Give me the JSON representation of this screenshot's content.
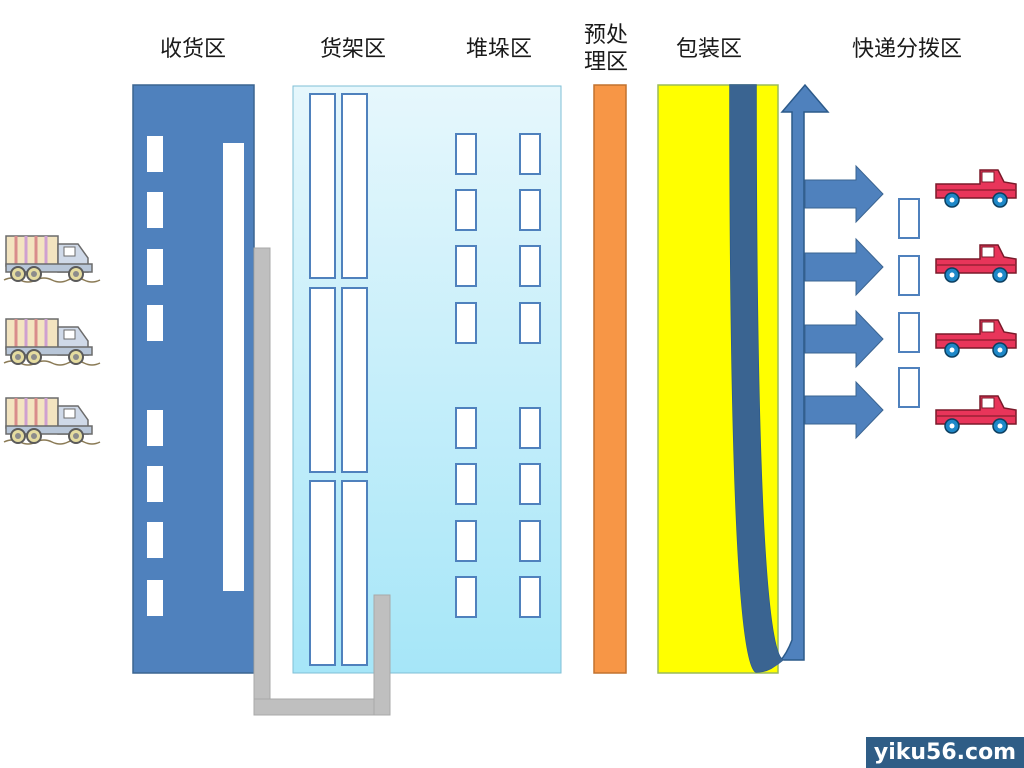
{
  "zones": {
    "receiving": "收货区",
    "shelving": "货架区",
    "stacking": "堆垛区",
    "preprocess_line1": "预处",
    "preprocess_line2": "理区",
    "packing": "包装区",
    "express_sorting": "快递分拨区"
  },
  "colors": {
    "receiving_block": "#4f81bd",
    "shelf_gradient_top": "#e6f7fc",
    "shelf_gradient_bottom": "#a6e6f8",
    "preprocess": "#f79646",
    "packing": "#ffff00",
    "packing_border": "#9bbb59",
    "arrow": "#4f81bd",
    "arrow_dark": "#3a6491",
    "conveyor": "#bfbfbf",
    "pickup_truck": "#e8355a",
    "watermark_bg": "#2f5d86"
  },
  "watermark": "yiku56.com"
}
